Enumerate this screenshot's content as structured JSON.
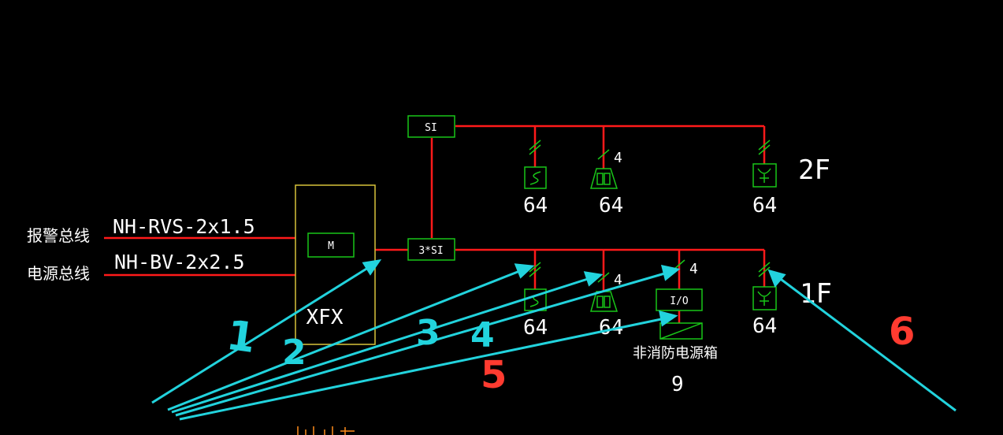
{
  "colors": {
    "background": "#000000",
    "wire": "#ff1a1a",
    "device": "#19c619",
    "cabinet": "#d8c23a",
    "text": "#ffffff",
    "annotation_arrow": "#22d3dd",
    "annotation_red": "#ff3b30",
    "partial_text": "#ff8c1a"
  },
  "left_labels": {
    "alarm_bus": "报警总线",
    "power_bus": "电源总线"
  },
  "cables": {
    "alarm_bus_cable": "NH-RVS-2x1.5",
    "power_bus_cable": "NH-BV-2x2.5"
  },
  "cabinet": {
    "module_label": "M",
    "name": "XFX"
  },
  "isolators": {
    "upper": "SI",
    "lower": "3*SI"
  },
  "floors": {
    "upper": "2F",
    "lower": "1F"
  },
  "devices": {
    "count": "64",
    "wire_count": "4",
    "io_module": "I/O",
    "non_fire_box_label": "非消防电源箱",
    "non_fire_box_count": "9"
  },
  "annotations": [
    "1",
    "2",
    "3",
    "4",
    "5",
    "6"
  ],
  "icons": {
    "smoke_detector": "smoke-detector-icon",
    "heat_detector": "heat-detector-icon",
    "sound_light_alarm": "sound-light-alarm-icon",
    "io_module": "io-module-icon",
    "power_box": "power-box-icon"
  }
}
